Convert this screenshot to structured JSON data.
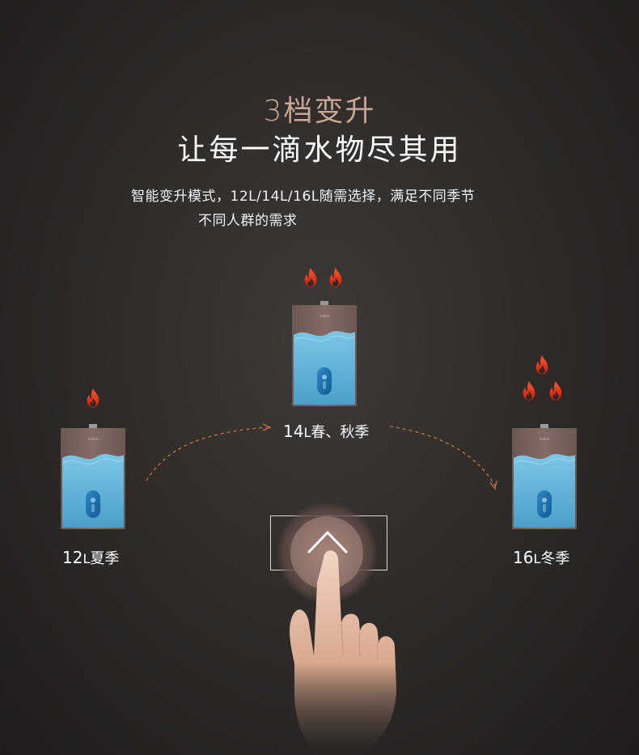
{
  "header": {
    "headline": "3档变升",
    "subheadline": "让每一滴水物尽其用"
  },
  "description": {
    "line1": "智能变升模式，12L/14L/16L随需选择，满足不同季节",
    "line2": "不同人群的需求"
  },
  "modes": [
    {
      "volume": "12",
      "unit": "L",
      "season": "夏季",
      "flames": 1
    },
    {
      "volume": "14",
      "unit": "L",
      "season": "春、秋季",
      "flames": 2
    },
    {
      "volume": "16",
      "unit": "L",
      "season": "冬季",
      "flames": 3
    }
  ],
  "icons": {
    "flame": "flame-icon",
    "up_arrow": "chevron-up-icon",
    "hand": "hand-pointer-icon"
  },
  "colors": {
    "background": "#2c2927",
    "accent_headline": "#c8a493",
    "flame": "#e2321b",
    "water": "#5fb3d9",
    "heater_body": "#7c6560",
    "arrow_dash": "#c9743e"
  }
}
